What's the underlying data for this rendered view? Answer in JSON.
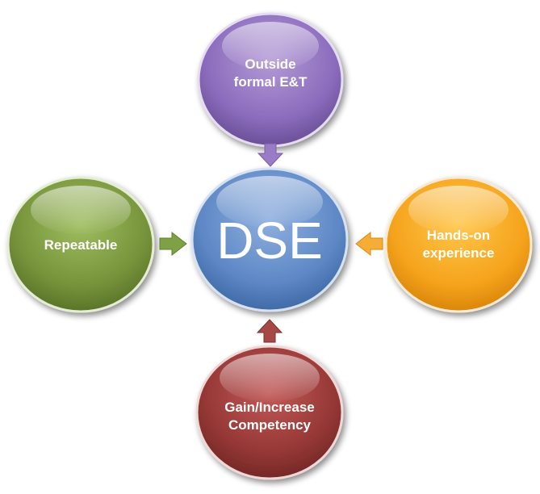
{
  "diagram": {
    "center": {
      "label": "DSE",
      "color": "#4f81bd"
    },
    "top": {
      "line1": "Outside",
      "line2": "formal E&T",
      "color": "#8064a2"
    },
    "left": {
      "label": "Repeatable",
      "color": "#77933c"
    },
    "right": {
      "line1": "Hands-on",
      "line2": "experience",
      "color": "#f79646"
    },
    "bottom": {
      "line1": "Gain/Increase",
      "line2": "Competency",
      "color": "#953735"
    }
  }
}
